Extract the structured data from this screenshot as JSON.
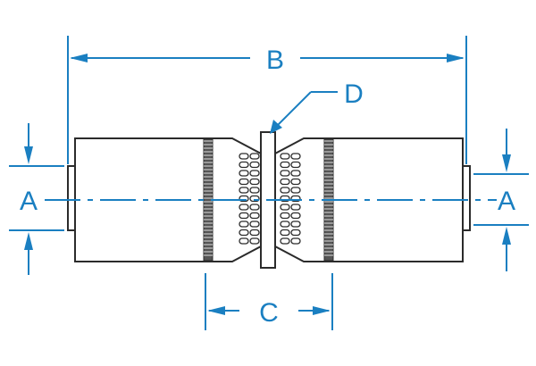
{
  "diagram": {
    "colors": {
      "dimension": "#1a7fc1",
      "outline": "#2b2b2b",
      "body_fill": "#ffffff"
    },
    "labels": {
      "length_overall": "B",
      "ring_callout": "D",
      "diameter_left": "A",
      "diameter_right": "A",
      "center_span": "C"
    }
  }
}
